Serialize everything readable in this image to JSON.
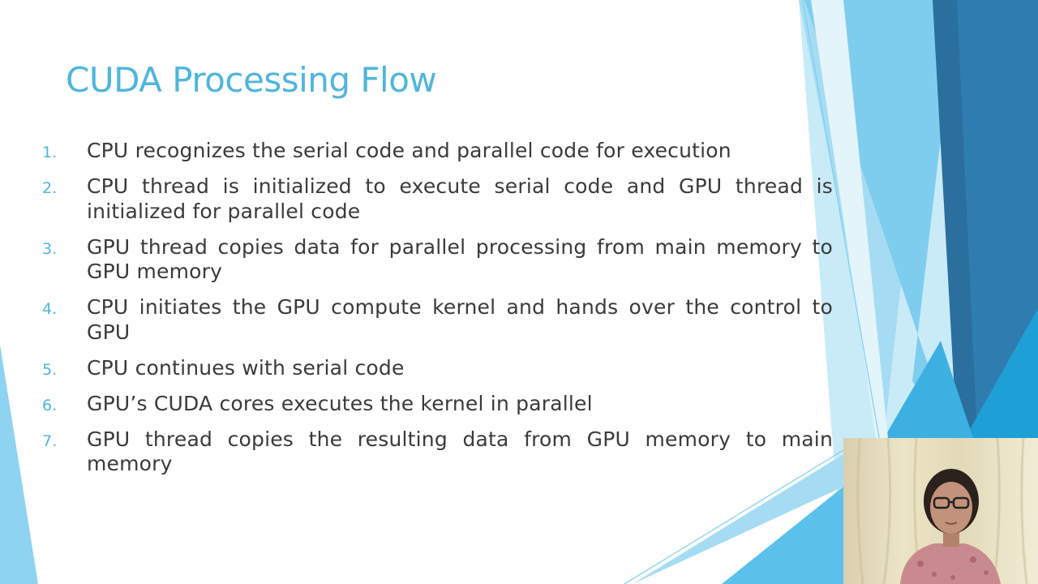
{
  "slide": {
    "title": "CUDA Processing Flow",
    "steps": [
      {
        "number": "1.",
        "text": "CPU recognizes the serial code and parallel code for execution"
      },
      {
        "number": "2.",
        "text": "CPU thread is initialized to execute serial code and GPU thread is initialized for parallel code"
      },
      {
        "number": "3.",
        "text": "GPU thread copies data for parallel processing from main memory to GPU memory"
      },
      {
        "number": "4.",
        "text": "CPU initiates the GPU compute kernel and hands over the control to GPU"
      },
      {
        "number": "5.",
        "text": "CPU continues with serial code"
      },
      {
        "number": "6.",
        "text": "GPU’s CUDA cores executes the kernel in parallel"
      },
      {
        "number": "7.",
        "text": "GPU thread copies the resulting data from GPU memory to main memory"
      }
    ]
  },
  "colors": {
    "title": "#4fb5de",
    "numbers": "#4fb5de",
    "body_text": "#3a3a3a",
    "accent_light": "#a6dcf3",
    "accent_mid": "#5cc1ea",
    "accent_dark": "#2a6f9e"
  },
  "icons": {
    "decoration": "facet-triangles-decoration",
    "presenter": "webcam-presenter-image"
  }
}
